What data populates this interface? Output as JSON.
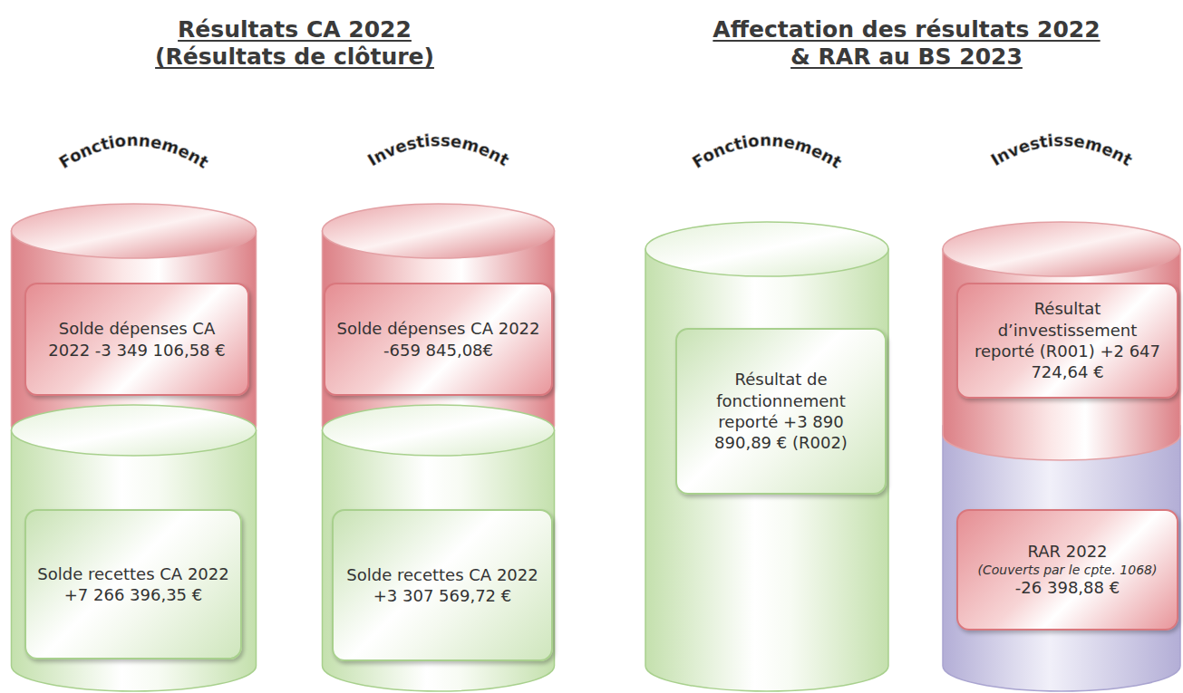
{
  "diagram": {
    "nodes": [
      {
        "text": [
          "Solde dépenses CA 2022 -3 349 106,58 €"
        ]
      },
      {
        "text": [
          "Solde recettes CA 2022 +7 266 396,35 €"
        ]
      },
      {
        "text": [
          "Solde dépenses CA 2022 -659 845,08€"
        ]
      },
      {
        "text": [
          "Solde recettes CA 2022 +3 307 569,72 €"
        ]
      },
      {
        "text": [
          "Résultat de fonctionnement reporté +3 890 890,89 € (R002)"
        ]
      },
      {
        "text": [
          "Résultat d’investissement reporté (R001) +2 647 724,64 €"
        ]
      },
      {
        "text": [
          "RAR 2022",
          "(Couverts par le cpte. 1068)",
          "-26 398,88 €"
        ]
      }
    ],
    "labels": [
      "Résultats CA 2022 (Résultats de clôture)",
      "Affectation des résultats 2022 & RAR au BS 2023",
      "Fonctionnement",
      "Investissement",
      "Fonctionnement",
      "Investissement"
    ]
  }
}
